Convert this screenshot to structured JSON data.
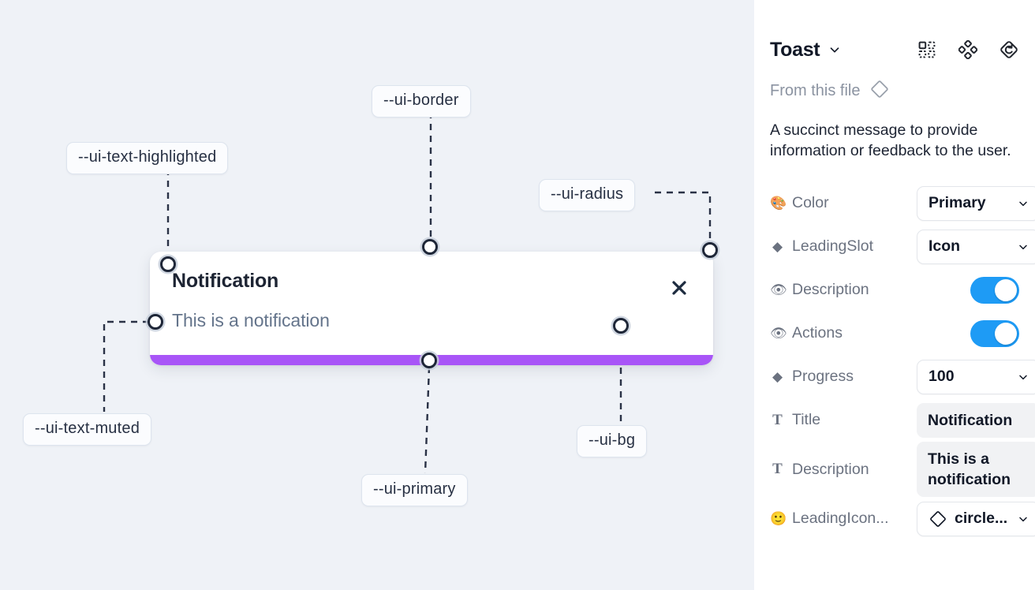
{
  "canvas": {
    "background_color": "#eff2f7",
    "toast": {
      "title": "Notification",
      "description": "This is a notification",
      "close_icon": "close-x-icon",
      "progress_color": "#a855f7",
      "background_color": "#ffffff"
    },
    "annotations": [
      {
        "id": "ui-text-highlighted",
        "label": "--ui-text-highlighted"
      },
      {
        "id": "ui-border",
        "label": "--ui-border"
      },
      {
        "id": "ui-radius",
        "label": "--ui-radius"
      },
      {
        "id": "ui-text-muted",
        "label": "--ui-text-muted"
      },
      {
        "id": "ui-primary",
        "label": "--ui-primary"
      },
      {
        "id": "ui-bg",
        "label": "--ui-bg"
      }
    ]
  },
  "panel": {
    "title": "Toast",
    "title_caret_icon": "chevron-down-icon",
    "header_icons": [
      {
        "name": "component-variants-icon"
      },
      {
        "name": "component-set-icon"
      },
      {
        "name": "reset-instance-icon"
      }
    ],
    "from_this_file": {
      "label": "From this file",
      "icon": "diamond-component-icon"
    },
    "description": "A succinct message to provide information or feedback to the user.",
    "properties": [
      {
        "name": "color",
        "icon": "palette-icon",
        "icon_glyph": "🎨",
        "label": "Color",
        "control": "select",
        "value": "Primary"
      },
      {
        "name": "leading-slot",
        "icon": "diamond-icon",
        "icon_glyph": "◆",
        "label": "LeadingSlot",
        "control": "select",
        "value": "Icon"
      },
      {
        "name": "description-visibility",
        "icon": "eye-icon",
        "icon_glyph": "👁",
        "label": "Description",
        "control": "toggle",
        "value": "on"
      },
      {
        "name": "actions-visibility",
        "icon": "eye-icon",
        "icon_glyph": "👁",
        "label": "Actions",
        "control": "toggle",
        "value": "on"
      },
      {
        "name": "progress",
        "icon": "diamond-icon",
        "icon_glyph": "◆",
        "label": "Progress",
        "control": "select",
        "value": "100"
      },
      {
        "name": "title",
        "icon": "text-icon",
        "icon_glyph": "T",
        "label": "Title",
        "control": "text",
        "value": "Notification"
      },
      {
        "name": "description-text",
        "icon": "text-icon",
        "icon_glyph": "T",
        "label": "Description",
        "control": "text-multiline",
        "value": "This is a notification"
      },
      {
        "name": "leading-icon",
        "icon": "emoji-icon",
        "icon_glyph": "🙂",
        "label": "LeadingIcon...",
        "control": "select-with-icon",
        "value": "circle...",
        "value_icon": "diamond-component-icon"
      }
    ]
  },
  "colors": {
    "accent_toggle": "#1e9bf5",
    "primary_purple": "#a855f7",
    "canvas_bg": "#eff2f7",
    "panel_bg": "#ffffff"
  }
}
